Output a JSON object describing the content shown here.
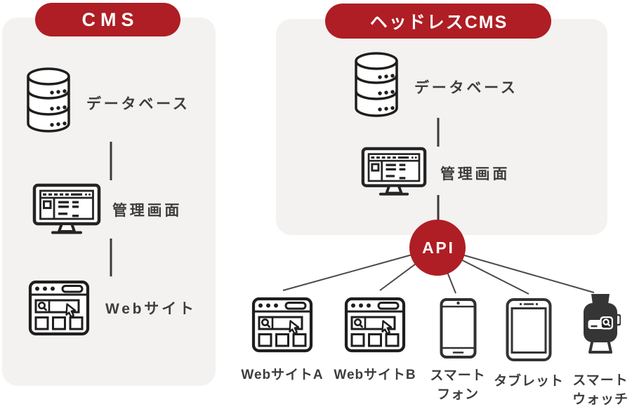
{
  "colors": {
    "accent_red": "#ae1e24",
    "panel_bg": "#f3f2f0",
    "label_text": "#3d3d3d",
    "icon_stroke_dark": "#222222",
    "device_stroke": "#333333",
    "connector_line": "#3a3a3a"
  },
  "left_panel": {
    "title": "CMS",
    "nodes": [
      {
        "icon": "database-icon",
        "label": "データベース"
      },
      {
        "icon": "admin-screen-icon",
        "label": "管理画面"
      },
      {
        "icon": "browser-icon",
        "label": "Webサイト"
      }
    ]
  },
  "right_panel": {
    "title": "ヘッドレスCMS",
    "nodes": [
      {
        "icon": "database-icon",
        "label": "データベース"
      },
      {
        "icon": "admin-screen-icon",
        "label": "管理画面"
      }
    ]
  },
  "api": {
    "label": "API"
  },
  "devices": [
    {
      "icon": "browser-icon",
      "lines": [
        "WebサイトA"
      ]
    },
    {
      "icon": "browser-icon",
      "lines": [
        "WebサイトB"
      ]
    },
    {
      "icon": "smartphone-icon",
      "lines": [
        "スマート",
        "フォン"
      ]
    },
    {
      "icon": "tablet-icon",
      "lines": [
        "タブレット"
      ]
    },
    {
      "icon": "smartwatch-icon",
      "lines": [
        "スマート",
        "ウォッチ"
      ]
    }
  ]
}
